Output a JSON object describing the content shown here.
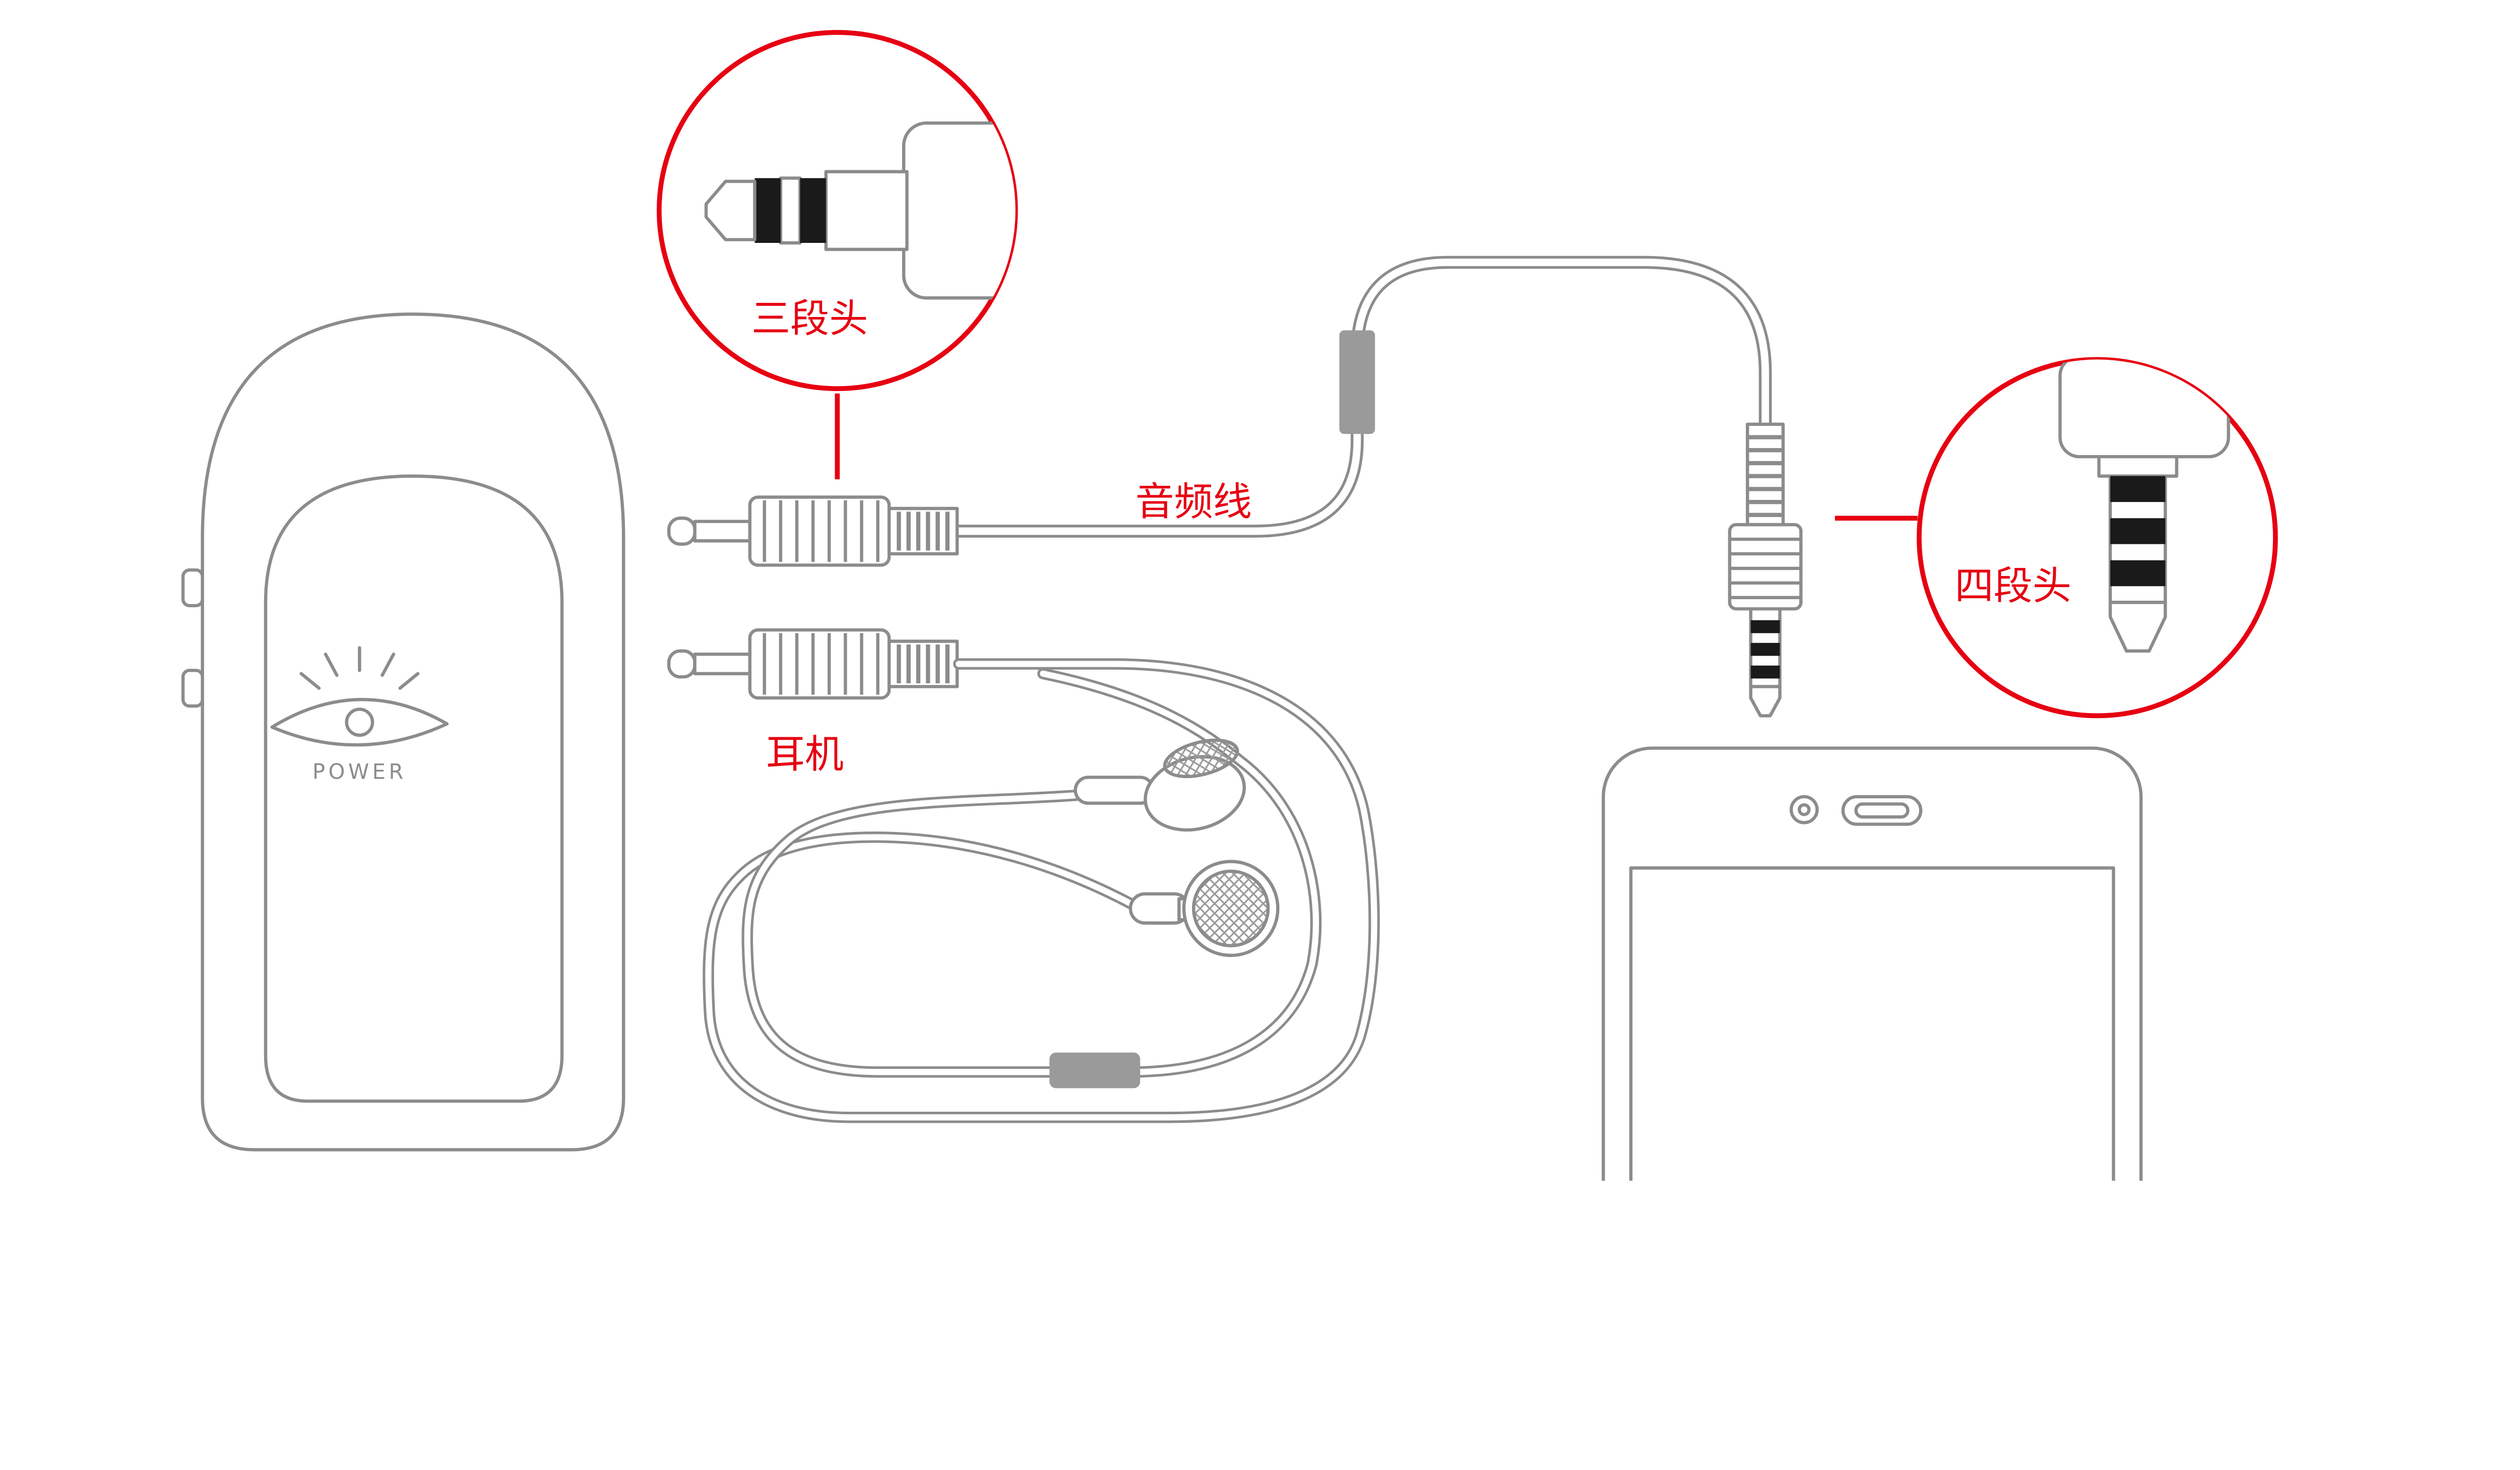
{
  "diagram": {
    "title_hint": "audio-connection-diagram",
    "labels": {
      "three_segment_plug": "三段头",
      "audio_cable": "音频线",
      "earphones": "耳机",
      "four_segment_plug": "四段头",
      "power": "POWER"
    },
    "colors": {
      "outline": "#8c8c8c",
      "accent_red": "#e60012",
      "band_black": "#1a1a1a",
      "sleeve_grey": "#9a9a9a"
    }
  }
}
